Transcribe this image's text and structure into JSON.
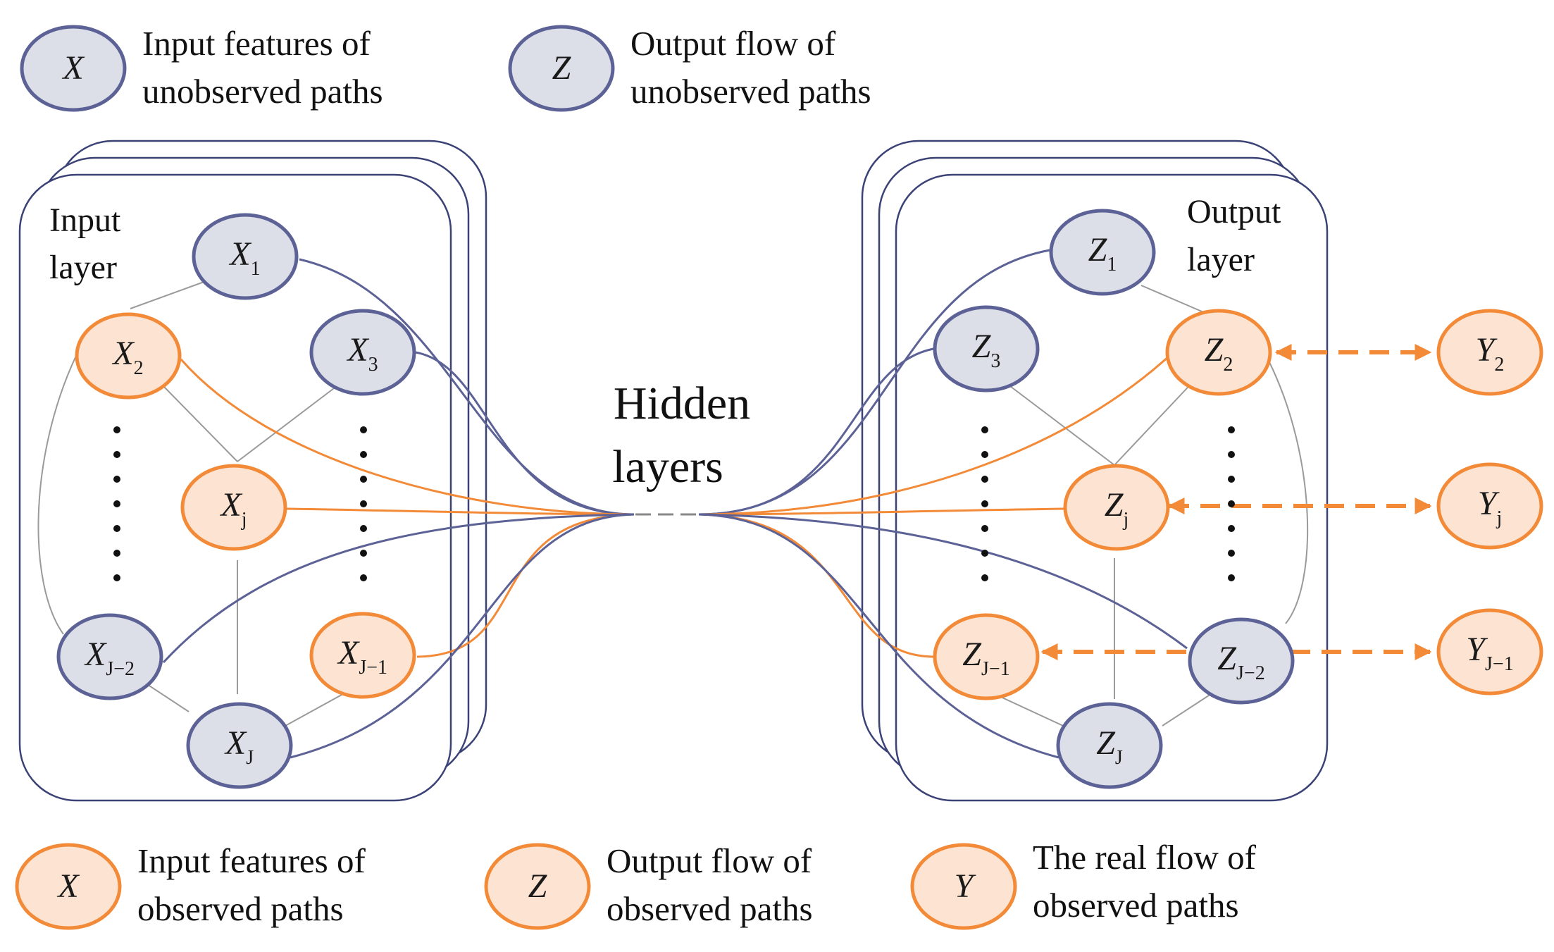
{
  "colors": {
    "unobserved_fill": "#dcdfe8",
    "unobserved_stroke": "#5c6296",
    "observed_fill": "#fde3d1",
    "observed_stroke": "#f28a38",
    "link_gray": "#9a9a9a",
    "panel_stroke": "#3a4276"
  },
  "legend": {
    "x_unobserved": {
      "symbol": "X",
      "line1": "Input features of",
      "line2": "unobserved paths"
    },
    "z_unobserved": {
      "symbol": "Z",
      "line1": "Output flow of",
      "line2": "unobserved paths"
    },
    "x_observed": {
      "symbol": "X",
      "line1": "Input features of",
      "line2": "observed paths"
    },
    "z_observed": {
      "symbol": "Z",
      "line1": "Output flow of",
      "line2": "observed paths"
    },
    "y_real": {
      "symbol": "Y",
      "line1": "The real flow of",
      "line2": "observed paths"
    }
  },
  "input_panel": {
    "title_line1": "Input",
    "title_line2": "layer",
    "nodes": [
      {
        "id": "x1",
        "base": "X",
        "sub": "1",
        "observed": false
      },
      {
        "id": "x2",
        "base": "X",
        "sub": "2",
        "observed": true
      },
      {
        "id": "x3",
        "base": "X",
        "sub": "3",
        "observed": false
      },
      {
        "id": "xj",
        "base": "X",
        "sub": "j",
        "observed": true
      },
      {
        "id": "xj2",
        "base": "X",
        "sub": "J−2",
        "observed": false
      },
      {
        "id": "xj1",
        "base": "X",
        "sub": "J−1",
        "observed": true
      },
      {
        "id": "xJ",
        "base": "X",
        "sub": "J",
        "observed": false
      }
    ]
  },
  "hidden": {
    "line1": "Hidden",
    "line2": "layers"
  },
  "output_panel": {
    "title_line1": "Output",
    "title_line2": "layer",
    "nodes": [
      {
        "id": "z1",
        "base": "Z",
        "sub": "1",
        "observed": false
      },
      {
        "id": "z3",
        "base": "Z",
        "sub": "3",
        "observed": false
      },
      {
        "id": "z2",
        "base": "Z",
        "sub": "2",
        "observed": true
      },
      {
        "id": "zj",
        "base": "Z",
        "sub": "j",
        "observed": true
      },
      {
        "id": "zj1",
        "base": "Z",
        "sub": "J−1",
        "observed": true
      },
      {
        "id": "zj2",
        "base": "Z",
        "sub": "J−2",
        "observed": false
      },
      {
        "id": "zJ",
        "base": "Z",
        "sub": "J",
        "observed": false
      }
    ]
  },
  "real_flow_nodes": [
    {
      "id": "y2",
      "base": "Y",
      "sub": "2"
    },
    {
      "id": "yj",
      "base": "Y",
      "sub": "j"
    },
    {
      "id": "yj1",
      "base": "Y",
      "sub": "J−1"
    }
  ]
}
